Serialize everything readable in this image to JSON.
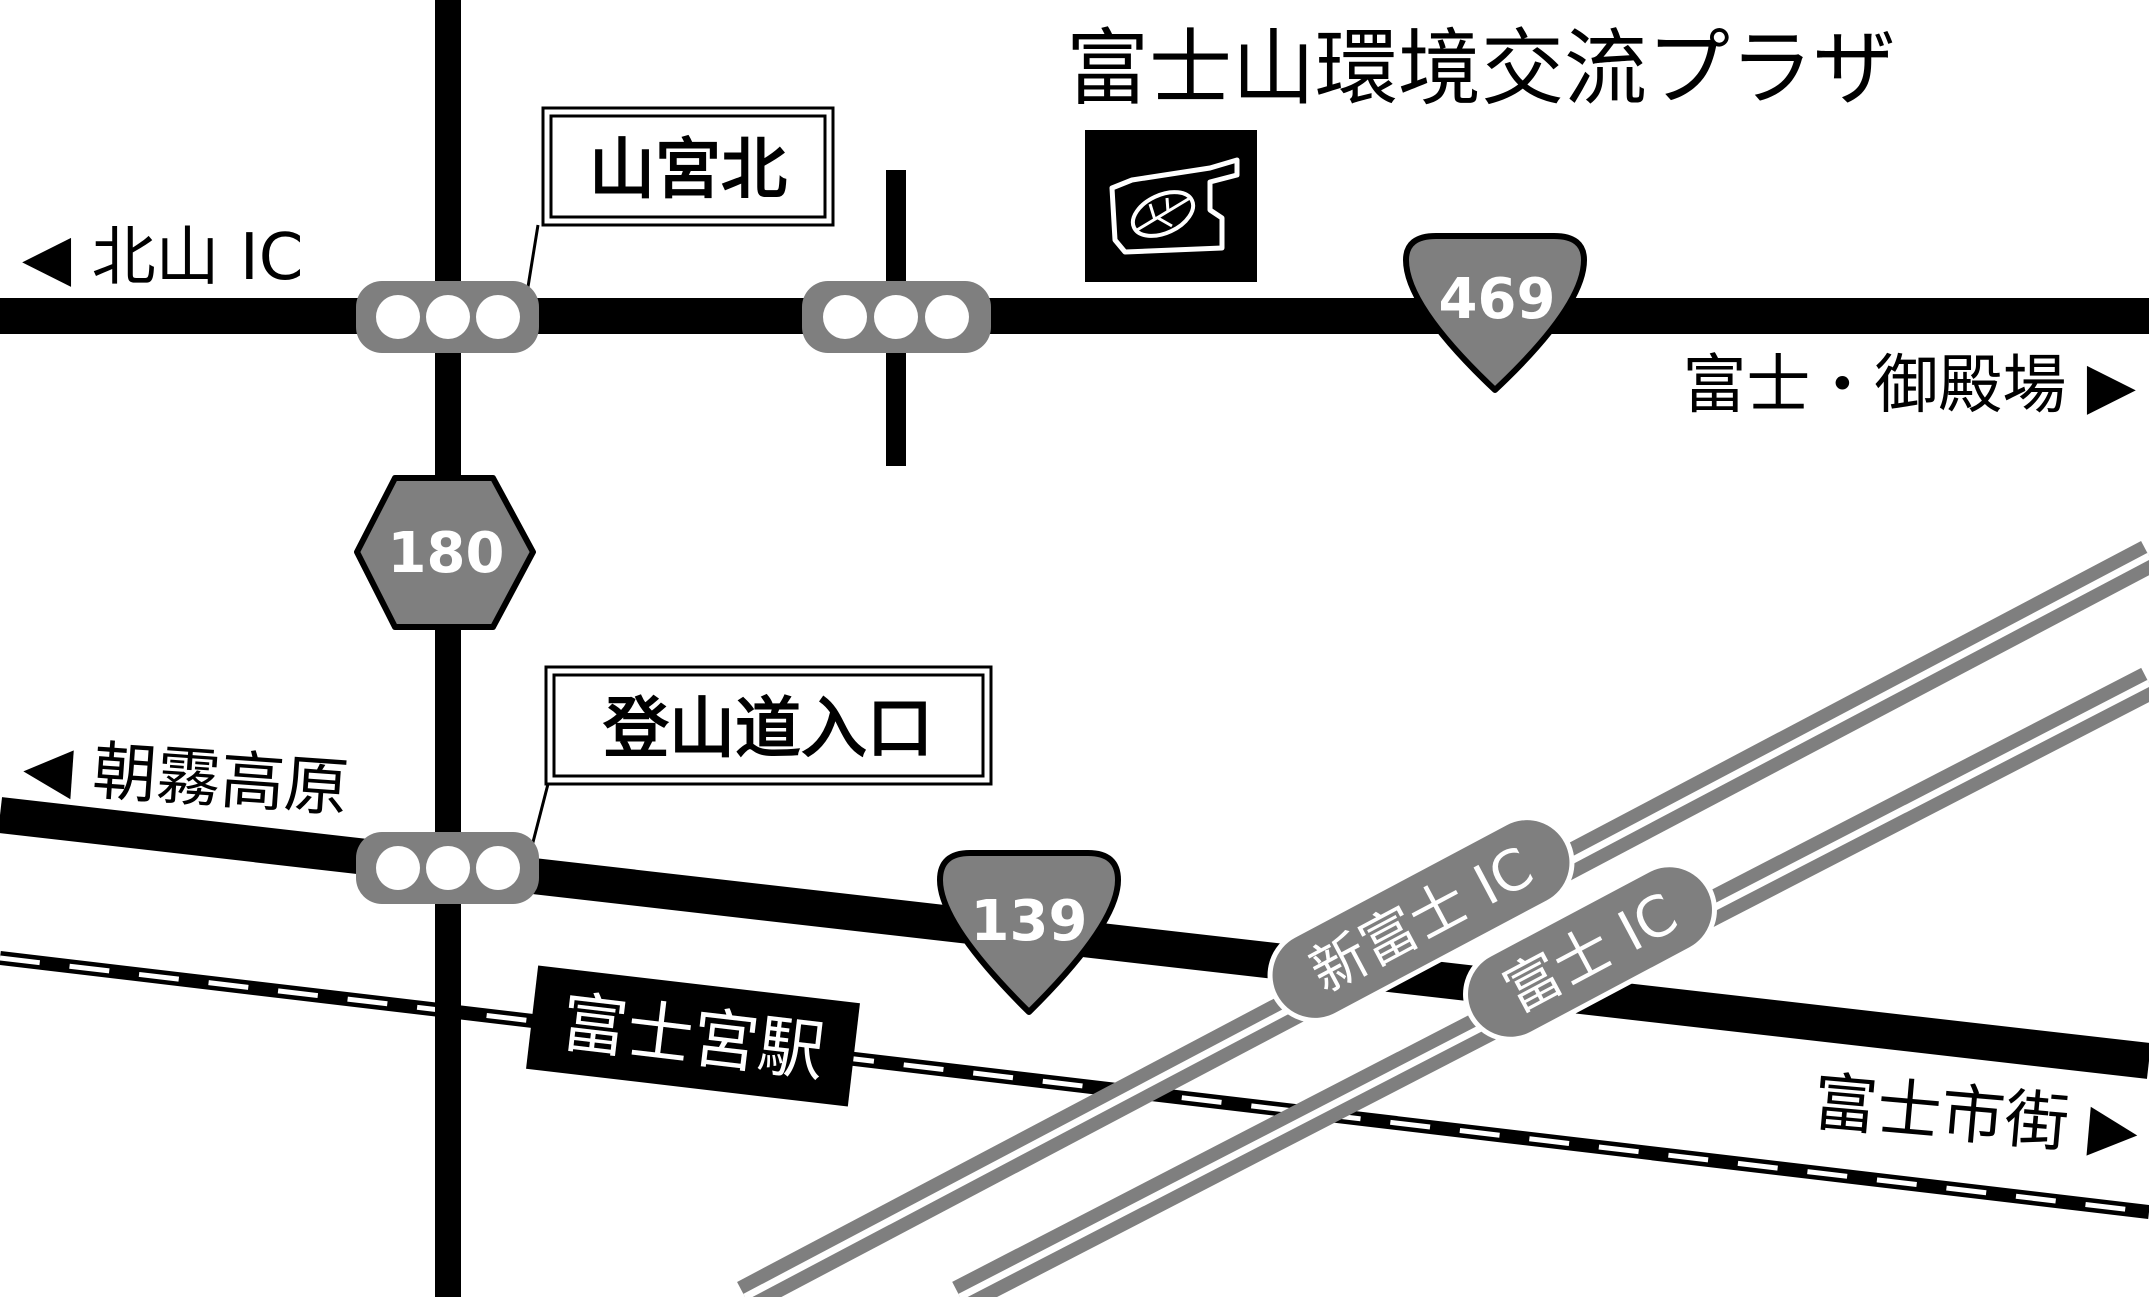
{
  "title": "富士山環境交流プラザ",
  "colors": {
    "road": "#000000",
    "shield": "#7f7f7f",
    "shield_text": "#ffffff",
    "expressway": "#7f7f7f",
    "label_bg": "#ffffff",
    "station_bg": "#000000"
  },
  "intersections": {
    "yamamiya_kita": "山宮北",
    "tozandou_iriguchi": "登山道入口"
  },
  "station": "富士宮駅",
  "routes": {
    "r180": "180",
    "r469": "469",
    "r139": "139"
  },
  "expressway_ics": {
    "shin_fuji_ic": "新富士 IC",
    "fuji_ic": "富士 IC"
  },
  "directions": {
    "kitayama_ic": "◀ 北山 IC",
    "asagiri_kogen": "◀ 朝霧高原",
    "fuji_gotemba": "富士・御殿場 ▶",
    "fuji_shigai": "富士市街 ▶"
  },
  "icons": {
    "facility": "leaf-logo-icon",
    "signal": "traffic-signal-icon"
  }
}
